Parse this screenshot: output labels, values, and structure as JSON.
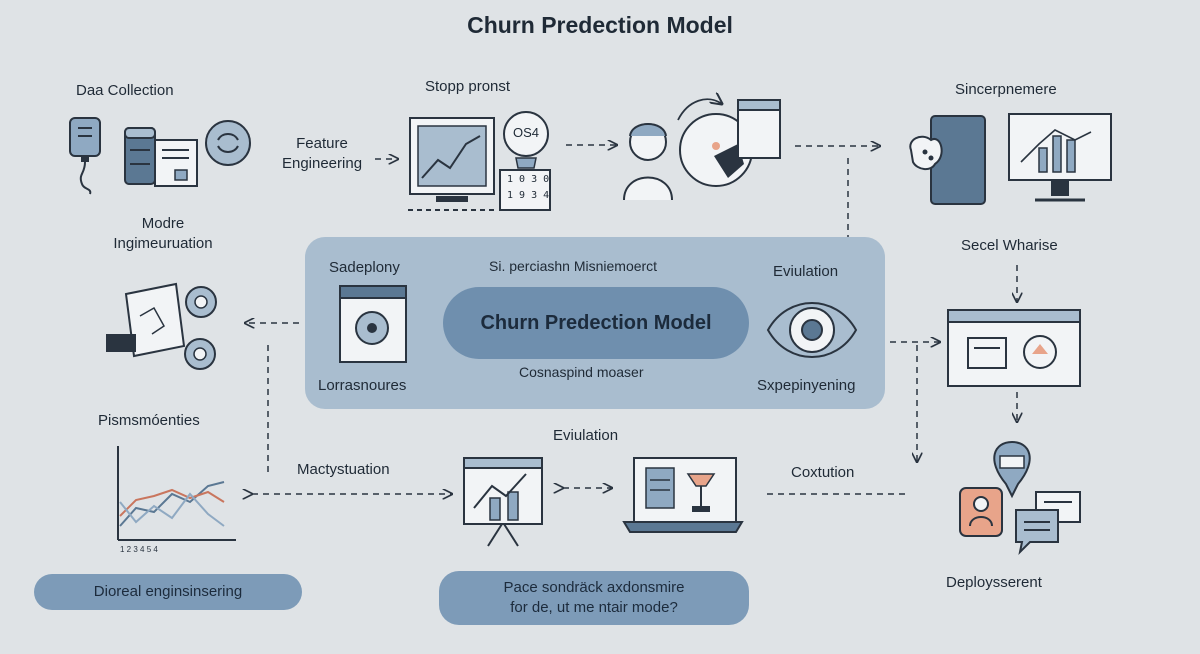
{
  "title": "Churn Predection Model",
  "center": {
    "pill": "Churn Predection Model",
    "top_label": "Si. percіаshn Misniemoerct",
    "bottom_label": "Cosnaspind moaser",
    "left_title": "Sadeplony",
    "left_bottom": "Lorrasnoures",
    "right_title": "Eviulation",
    "right_bottom": "Sxpepinyening"
  },
  "nodes": {
    "data_collection": "Daa Collection",
    "feature_engineering": "Feature\nEngineering",
    "model_label": "Modre\nIngimeuruation",
    "stopp": "Stopp pronst",
    "sincerp": "Sincerpnemere",
    "secel": "Secel Wharise",
    "pismsm": "Pismsmóenties",
    "mactyst": "Mactystuation",
    "eval_bottom": "Eviulation",
    "coxtution": "Coxtution",
    "deploy": "Deploysserent"
  },
  "monitor_text": {
    "gauge": "OS4",
    "calc_row1": "1 0 3 0",
    "calc_row2": "1 9 3 4"
  },
  "badges": {
    "left": "Dioreal enginsinsering",
    "right": "Pace sondräck axdonsmire\nfor de, ut me ntair mode?"
  },
  "colors": {
    "background": "#dfe3e6",
    "panel": "#a9bdcf",
    "pill": "#6f8fae",
    "badge": "#7d9bb8",
    "accent_blue": "#8fa9c2",
    "accent_orange": "#e8a48a",
    "line": "#2a3440"
  },
  "icons": [
    "usb-drive-icon",
    "server-icon",
    "document-icon",
    "cycle-icon",
    "monitor-chart-icon",
    "gauge-icon",
    "calculator-icon",
    "person-icon",
    "globe-icon",
    "browser-icon",
    "tablet-icon",
    "monitor-bar-chart-icon",
    "whiteboard-icon",
    "gear-icon",
    "laptop-icon",
    "eye-icon",
    "web-window-icon",
    "line-chart-icon",
    "presentation-icon",
    "laptop-lamp-icon",
    "map-pin-icon",
    "user-card-icon",
    "chat-bubble-icon"
  ]
}
